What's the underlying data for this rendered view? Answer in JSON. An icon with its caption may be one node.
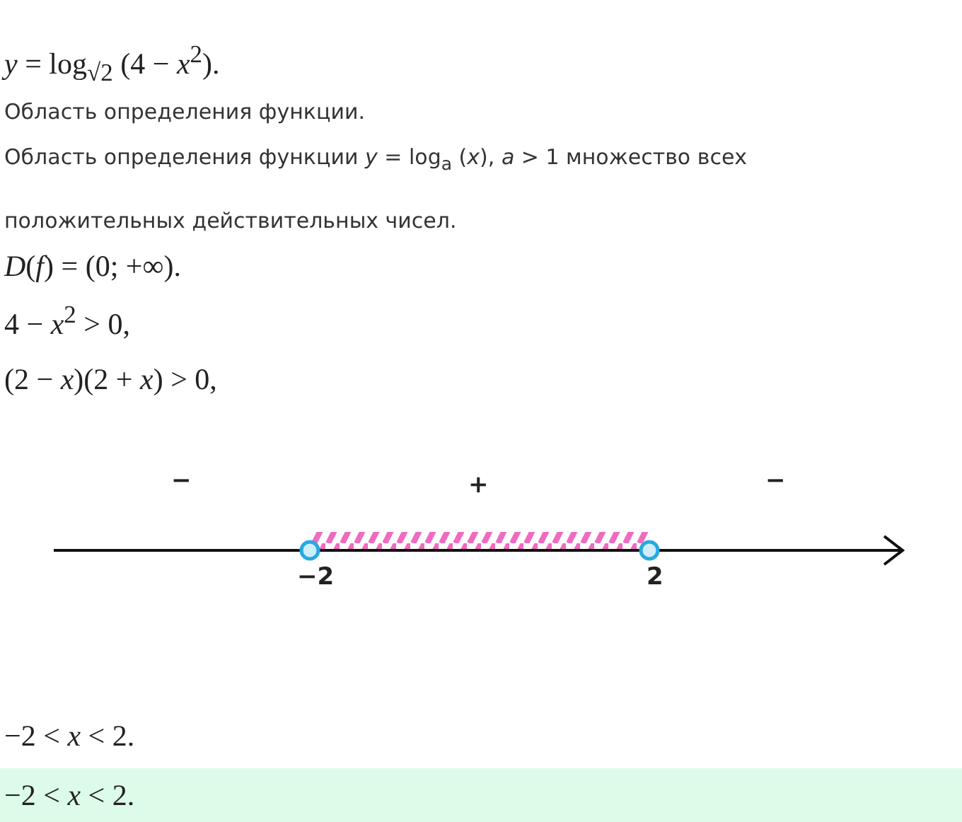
{
  "diagram": {
    "labels": [
      "*y* = log$_{√2}$ (4 − *x*$^{2}$).",
      "Область определения функции.",
      "Область определения функции *y* = log$_{a}$ (*x*), *a* > 1 множество всех положительных действительных чисел.",
      "*D*(*f*) = (0; +∞).",
      "4 − *x*$^{2}$  >  0,",
      "(2 − *x*)(2 + *x*)  >  0,",
      "−",
      "+",
      "−",
      "−2",
      "2",
      "−2 < *x* < 2.",
      "−2 < *x* < 2."
    ]
  }
}
